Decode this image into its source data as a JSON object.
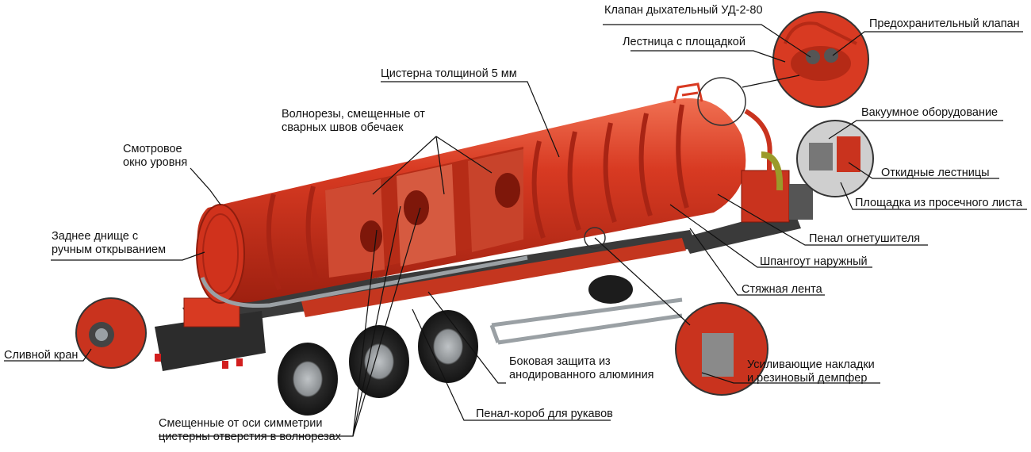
{
  "labels": {
    "breathing_valve": "Клапан дыхательный УД-2-80",
    "safety_valve": "Предохранительный клапан",
    "ladder_platform": "Лестница с площадкой",
    "tank_thickness": "Цистерна толщиной 5 мм",
    "baffles_offset": "Волнорезы, смещенные от\nсварных швов обечаек",
    "sight_window": "Смотровое\nокно уровня",
    "rear_bottom": "Заднее днище с\nручным открыванием",
    "vacuum_equipment": "Вакуумное оборудование",
    "folding_ladders": "Откидные лестницы",
    "perforated_platform": "Площадка из просечного листа",
    "extinguisher_case": "Пенал огнетушителя",
    "outer_frame": "Шпангоут наружный",
    "tie_band": "Стяжная лента",
    "drain_valve": "Сливной кран",
    "side_protection": "Боковая защита из\nанодированного алюминия",
    "reinforcing_pads": "Усиливающие накладки\nи резиновый демпфер",
    "offset_holes": "Смещенные от оси симметрии\nцистерны отверстия в волнорезах",
    "hose_box": "Пенал-короб для рукавов"
  },
  "colors": {
    "tank": "#d83a22",
    "tank_dark": "#a82414",
    "tank_light": "#ee6a4c",
    "chassis": "#3a3a3a",
    "tire": "#1c1c1c",
    "leader": "#111111"
  }
}
